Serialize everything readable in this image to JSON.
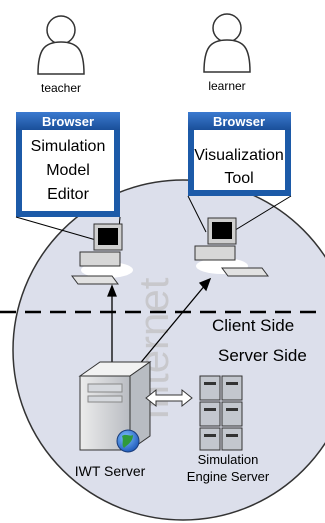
{
  "actors": {
    "teacher": "teacher",
    "learner": "learner"
  },
  "browsers": [
    {
      "header": "Browser",
      "lines": [
        "Simulation",
        "Model",
        "Editor"
      ]
    },
    {
      "header": "Browser",
      "lines": [
        "Visualization",
        "Tool"
      ]
    }
  ],
  "network": {
    "internet": "Internet",
    "client_side": "Client Side",
    "server_side": "Server Side"
  },
  "servers": {
    "iwt": "IWT Server",
    "engine_line1": "Simulation",
    "engine_line2": "Engine Server"
  },
  "colors": {
    "cloud_fill": "#dcdfeb",
    "browser_header": "#1c5aa8",
    "browser_border": "#1c5aa8"
  }
}
